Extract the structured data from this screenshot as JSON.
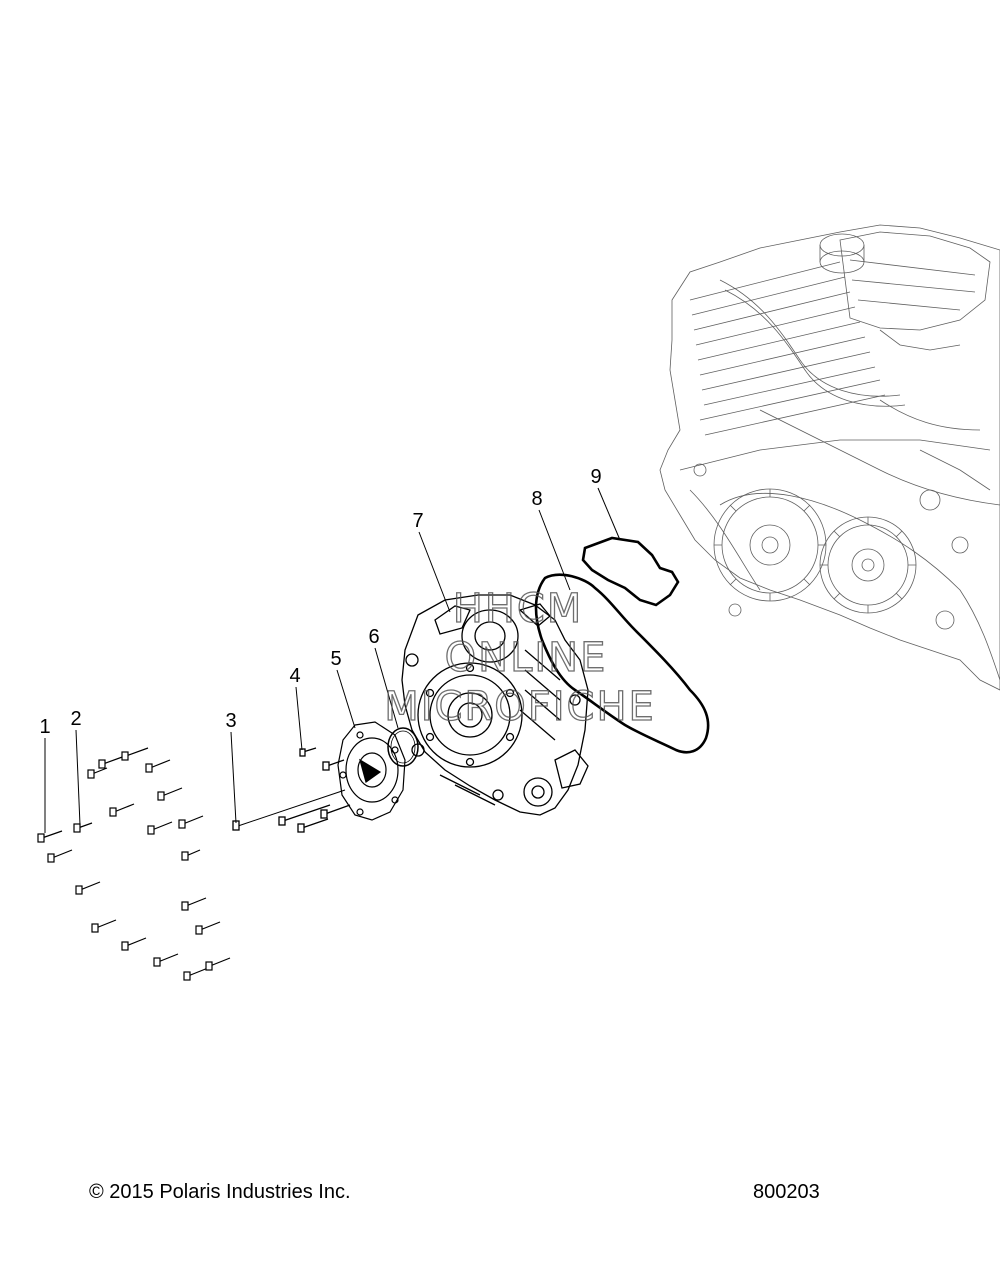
{
  "callouts": [
    {
      "label": "1"
    },
    {
      "label": "2"
    },
    {
      "label": "3"
    },
    {
      "label": "4"
    },
    {
      "label": "5"
    },
    {
      "label": "6"
    },
    {
      "label": "7"
    },
    {
      "label": "8"
    },
    {
      "label": "9"
    }
  ],
  "watermark": {
    "lines": [
      "HHCM",
      "ONLINE",
      "MICROFICHE"
    ]
  },
  "footer": {
    "copyright": "© 2015 Polaris Industries Inc.",
    "diagram_number": "800203"
  }
}
